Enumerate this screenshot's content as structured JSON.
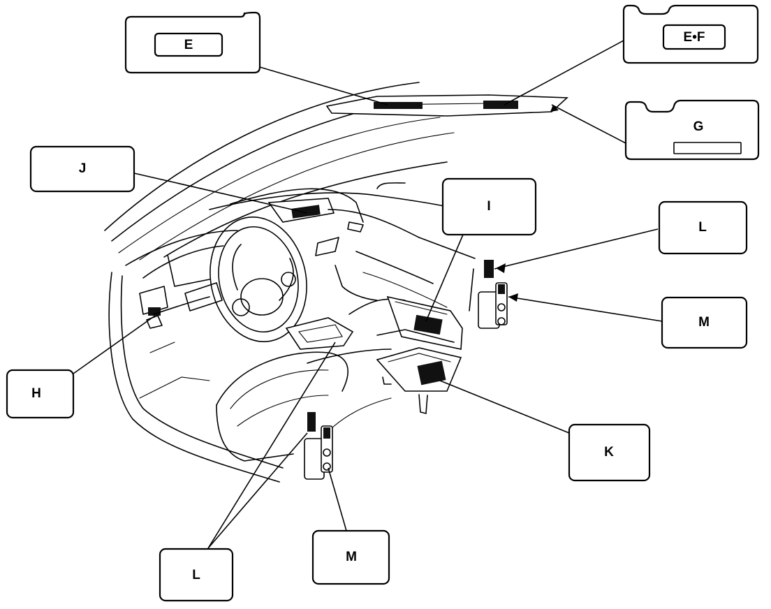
{
  "callouts": {
    "E": "E",
    "EF": "E•F",
    "G": "G",
    "J": "J",
    "I": "I",
    "L_right": "L",
    "M_right": "M",
    "H": "H",
    "K": "K",
    "L_bottom": "L",
    "M_bottom": "M"
  }
}
